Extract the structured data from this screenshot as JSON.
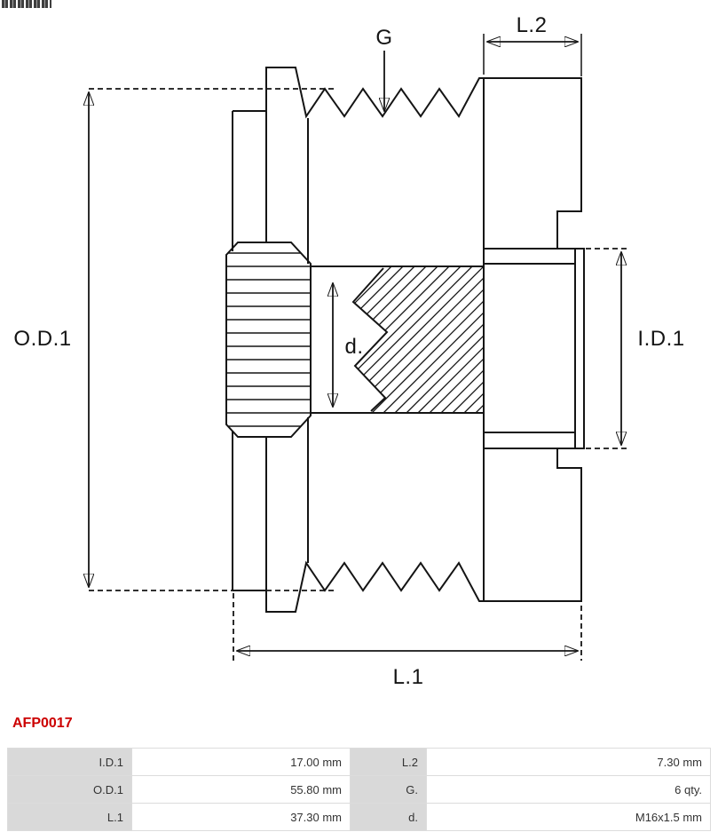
{
  "product_code": {
    "text": "AFP0017",
    "color": "#cc0000"
  },
  "diagram": {
    "type": "technical-drawing",
    "subject": "alternator freewheel pulley cross-section",
    "line_color": "#141414",
    "labels": {
      "g": "G",
      "l2": "L.2",
      "od1": "O.D.1",
      "id1": "I.D.1",
      "d": "d.",
      "l1": "L.1"
    }
  },
  "table": {
    "rows": [
      {
        "p1_label": "I.D.1",
        "p1_value": "17.00 mm",
        "p2_label": "L.2",
        "p2_value": "7.30 mm"
      },
      {
        "p1_label": "O.D.1",
        "p1_value": "55.80 mm",
        "p2_label": "G.",
        "p2_value": "6 qty."
      },
      {
        "p1_label": "L.1",
        "p1_value": "37.30 mm",
        "p2_label": "d.",
        "p2_value": "M16x1.5 mm"
      }
    ]
  }
}
